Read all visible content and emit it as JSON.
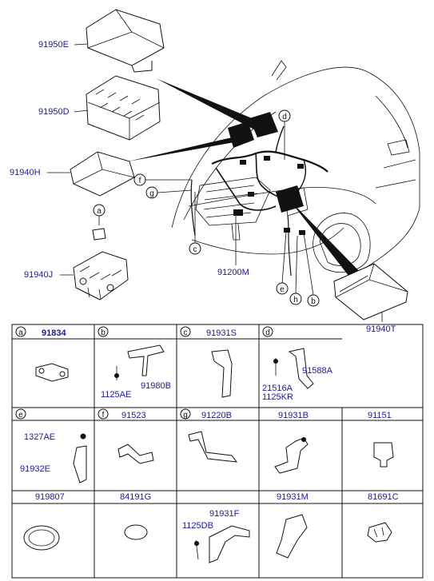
{
  "labels": {
    "fusebox_cover_upper": "91950E",
    "fusebox_upper": "91950D",
    "fusebox_cover_lower": "91940H",
    "fusebox_lower": "91940J",
    "main_harness": "91200M",
    "fusebox_cover_right": "91940T"
  },
  "callouts": {
    "a": "a",
    "b": "b",
    "c": "c",
    "d": "d",
    "e": "e",
    "f": "f",
    "g": "g",
    "h": "h"
  },
  "table": {
    "row1": [
      {
        "letter": "a",
        "part": "91834",
        "subparts": []
      },
      {
        "letter": "b",
        "part": "",
        "subparts": [
          "91980B",
          "1125AE"
        ]
      },
      {
        "letter": "c",
        "part": "91931S",
        "subparts": []
      },
      {
        "letter": "d",
        "part": "",
        "subparts": [
          "91588A",
          "21516A",
          "1125KR"
        ]
      }
    ],
    "row2_headers": [
      {
        "letter": "e",
        "part": ""
      },
      {
        "letter": "f",
        "part": "91523"
      },
      {
        "letter": "g",
        "part": "91220B"
      },
      {
        "letter": "",
        "part": "91931B"
      },
      {
        "letter": "",
        "part": "91151"
      }
    ],
    "row2_e_subparts": [
      "1327AE",
      "91932E"
    ],
    "row3_headers": [
      "919807",
      "84191G",
      "",
      "91931M",
      "81691C"
    ],
    "row3_c_subparts": [
      "91931F",
      "1125DB"
    ]
  }
}
